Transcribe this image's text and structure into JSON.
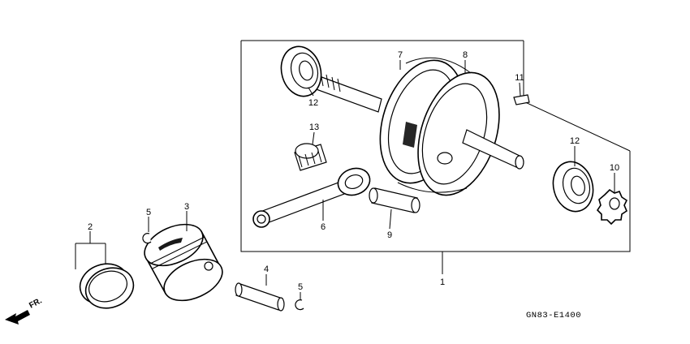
{
  "callouts": {
    "c1": "1",
    "c2": "2",
    "c3": "3",
    "c4": "4",
    "c5a": "5",
    "c5b": "5",
    "c6": "6",
    "c7": "7",
    "c8": "8",
    "c9": "9",
    "c10": "10",
    "c11": "11",
    "c12a": "12",
    "c12b": "12",
    "c13": "13"
  },
  "front_arrow_label": "FR.",
  "diagram_code": "GN83-E1400"
}
